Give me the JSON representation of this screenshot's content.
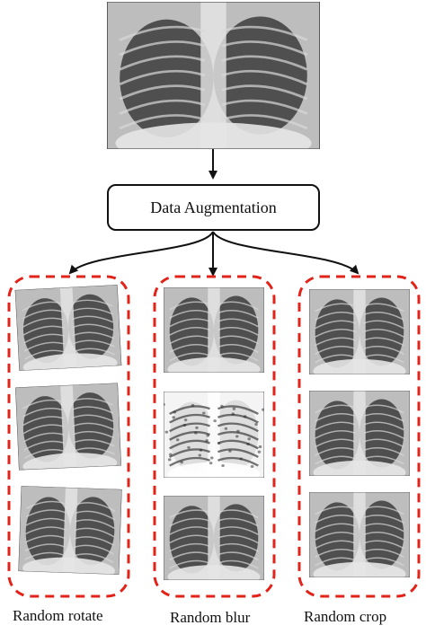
{
  "diagram": {
    "process_label": "Data Augmentation",
    "groups": [
      {
        "label": "Random rotate",
        "variant": "rotate"
      },
      {
        "label": "Random blur",
        "variant": "blur"
      },
      {
        "label": "Random crop",
        "variant": "crop"
      }
    ]
  },
  "colors": {
    "group_border": "#e2231a",
    "arrow": "#111111",
    "box_border": "#111111"
  }
}
